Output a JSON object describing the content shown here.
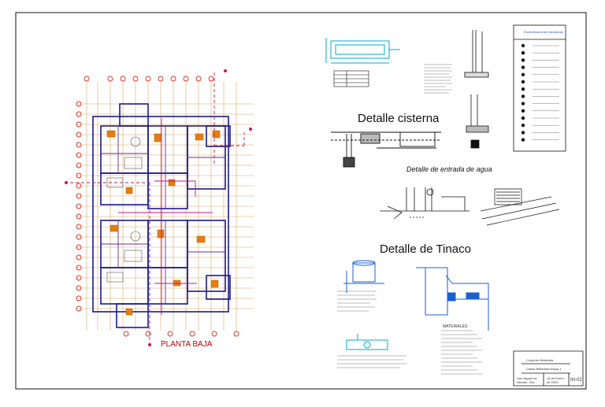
{
  "sheet": {
    "floor_plan_label": "PLANTA BAJA",
    "titles": {
      "cisterna": "Detalle cisterna",
      "tinaco": "Detalle de Tinaco",
      "registro": "Detalle de entrada de agua"
    },
    "legend_title": "Especificaciones hidráulicas",
    "materials_title": "MATERIALES",
    "title_block": {
      "line1": "Conjunto Bellavista",
      "line2": "Casas Bellavista Etapa 1",
      "line3": "San Miguel de Allende, Gto.",
      "line4": "16 de Enero de 2020",
      "sheet_no": "IH-02"
    },
    "colors": {
      "ink": "#111111",
      "grid": "#d9a866",
      "walls": "#1a1a8c",
      "axis_dash": "#d4145a",
      "fixtures": "#e87d0e",
      "accent_red": "#c00000",
      "cyan": "#00aacc"
    }
  }
}
